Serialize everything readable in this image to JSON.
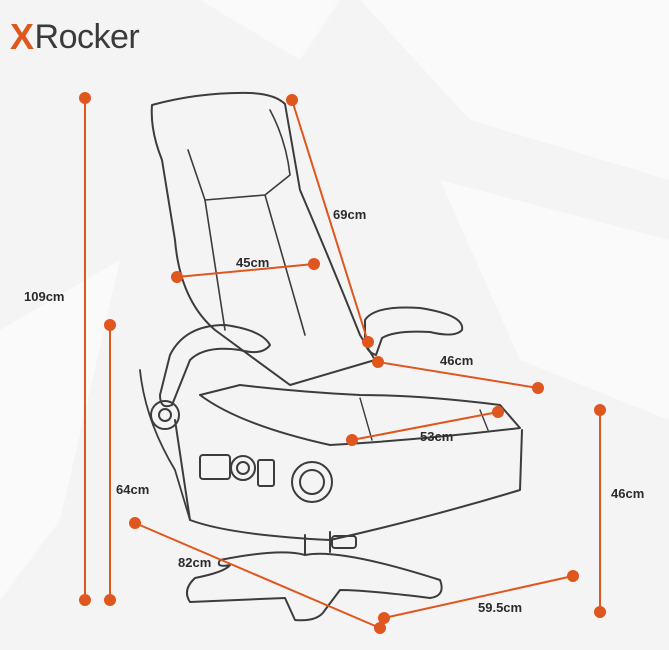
{
  "brand": {
    "logo_mark": "X",
    "logo_text": "Rocker",
    "accent_color": "#e0561f",
    "text_color": "#3a3a3a"
  },
  "dimensions": {
    "total_height": "109cm",
    "backrest_height": "69cm",
    "back_width": "45cm",
    "armrest_width": "46cm",
    "seat_width": "53cm",
    "base_height": "64cm",
    "seat_height": "46cm",
    "base_diagonal": "82cm",
    "base_width": "59.5cm"
  },
  "style": {
    "line_color": "#e0561f",
    "sketch_color": "#3c3c3c"
  }
}
